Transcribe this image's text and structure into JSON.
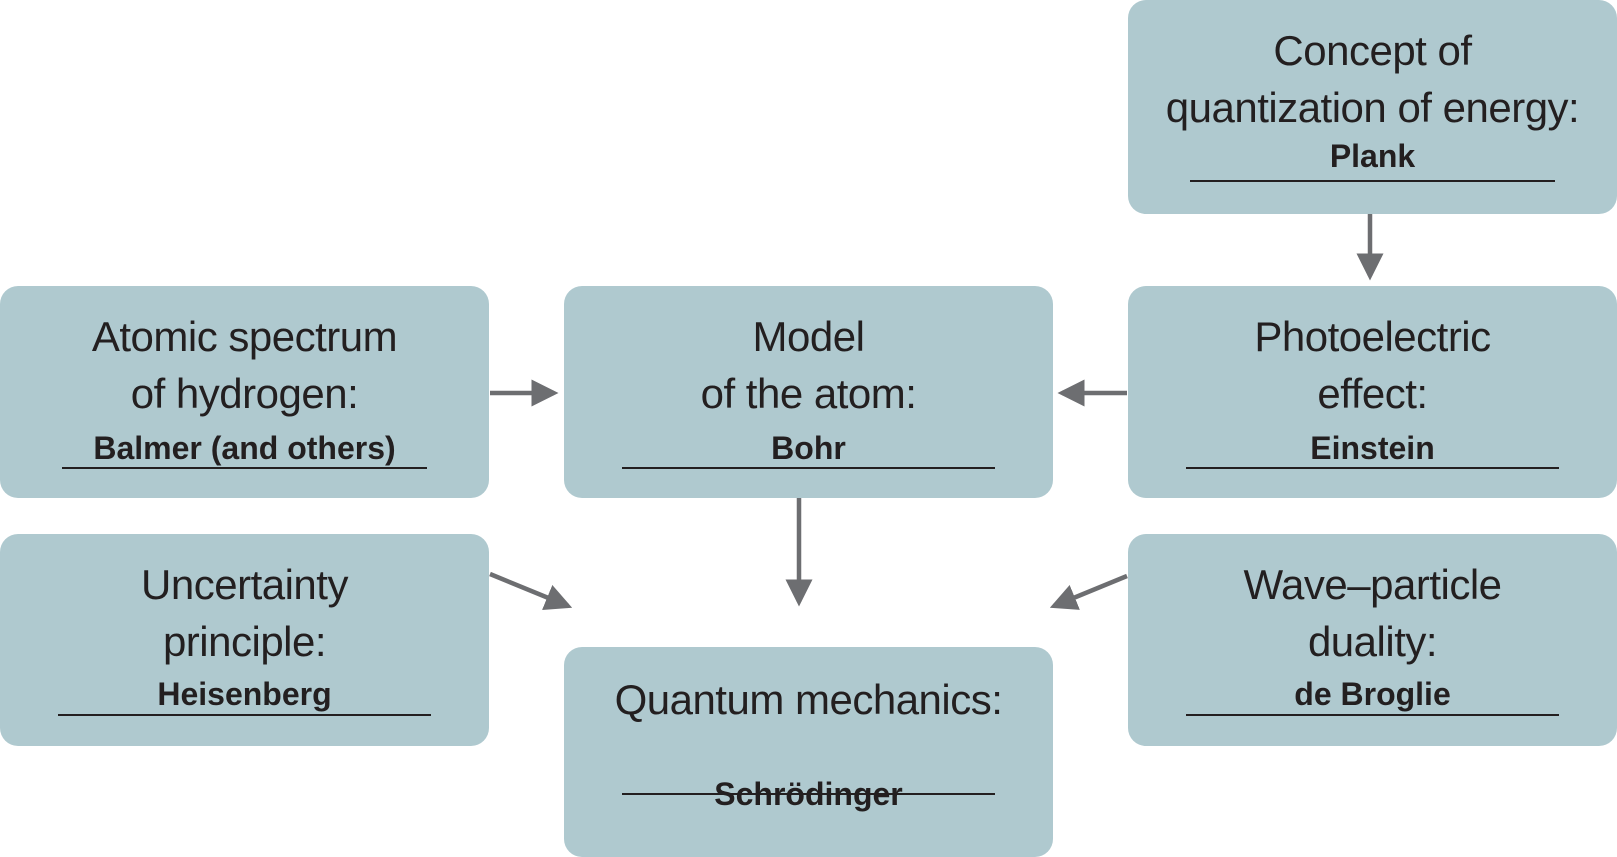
{
  "colors": {
    "box_fill": "#afc9cf",
    "arrow": "#6d6e71",
    "text": "#231f20"
  },
  "nodes": {
    "planck": {
      "lines": [
        "Concept of",
        "quantization of energy:"
      ],
      "name": "Plank"
    },
    "hydrogen": {
      "lines": [
        "Atomic spectrum",
        "of hydrogen:"
      ],
      "name": "Balmer (and others)"
    },
    "bohr": {
      "lines": [
        "Model",
        "of the atom:"
      ],
      "name": "Bohr"
    },
    "einstein": {
      "lines": [
        "Photoelectric",
        "effect:"
      ],
      "name": "Einstein"
    },
    "heisenberg": {
      "lines": [
        "Uncertainty",
        "principle:"
      ],
      "name": "Heisenberg"
    },
    "quantum": {
      "lines": [
        "Quantum mechanics:"
      ],
      "name": "Schrödinger"
    },
    "debroglie": {
      "lines": [
        "Wave–particle",
        "duality:"
      ],
      "name": "de Broglie"
    }
  },
  "edges": [
    {
      "from": "planck",
      "to": "einstein"
    },
    {
      "from": "hydrogen",
      "to": "bohr"
    },
    {
      "from": "einstein",
      "to": "bohr"
    },
    {
      "from": "bohr",
      "to": "quantum"
    },
    {
      "from": "heisenberg",
      "to": "quantum"
    },
    {
      "from": "debroglie",
      "to": "quantum"
    }
  ]
}
